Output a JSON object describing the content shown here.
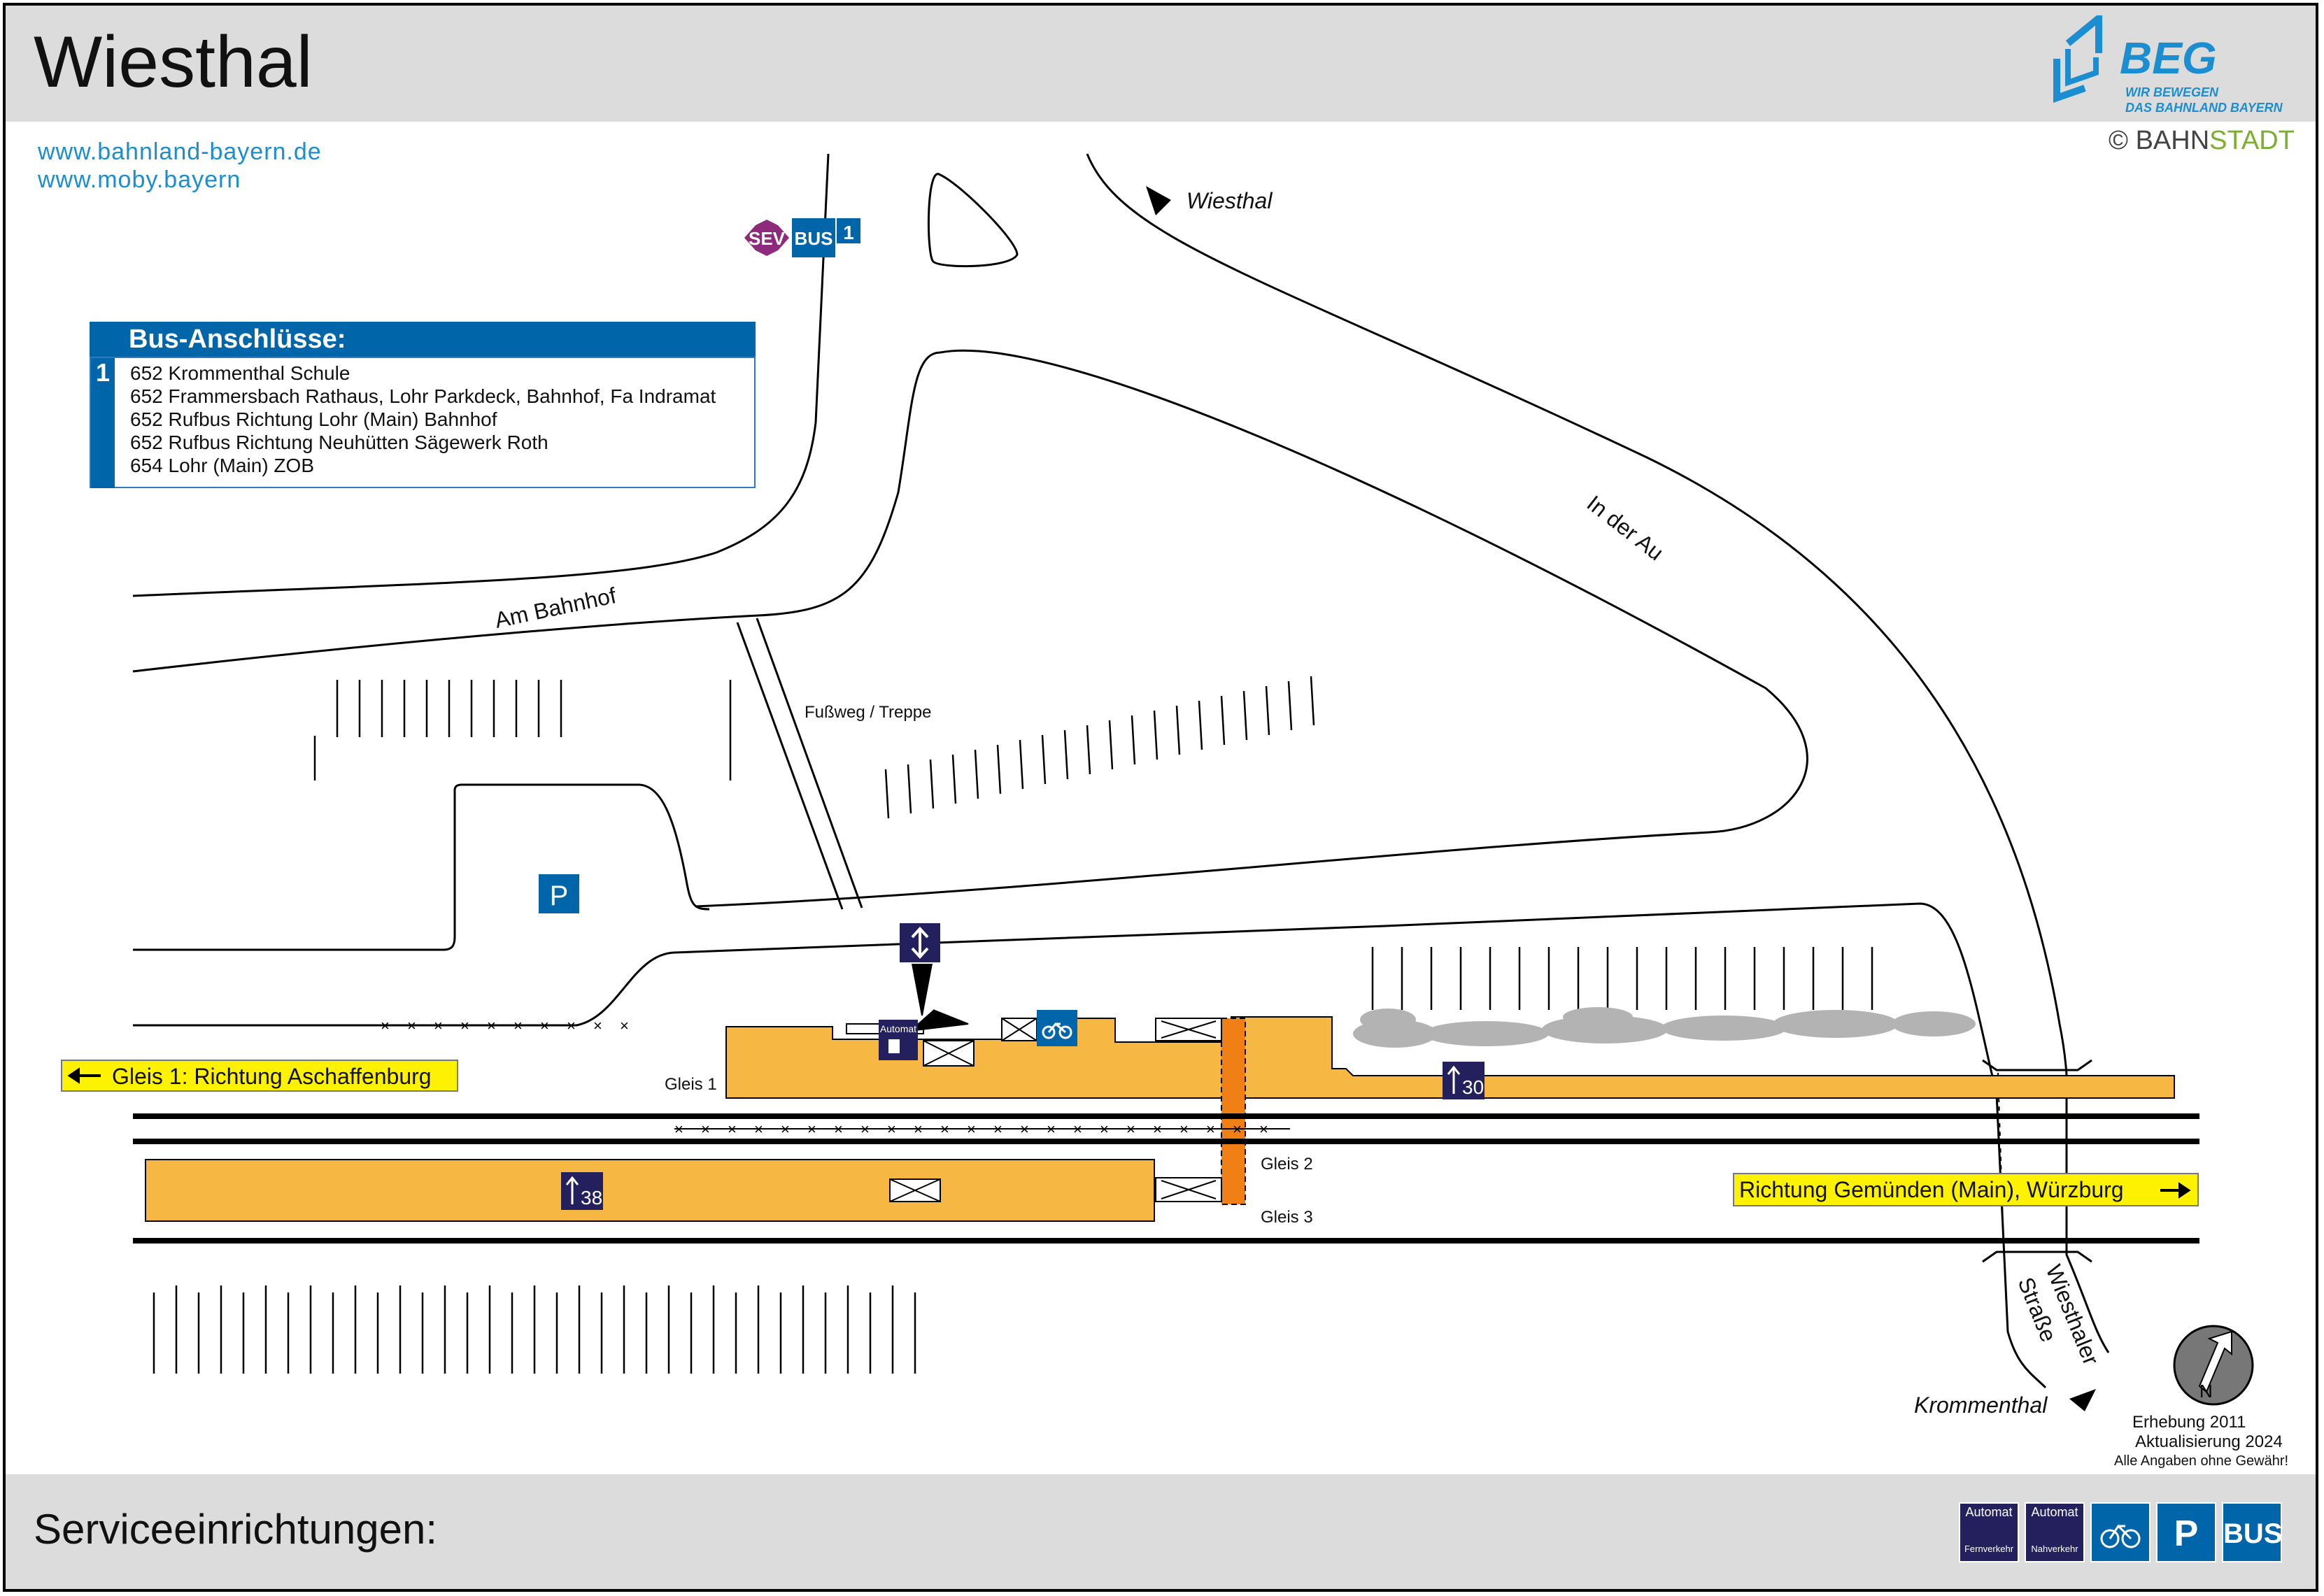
{
  "header": {
    "title": "Wiesthal"
  },
  "links": [
    "www.bahnland-bayern.de",
    "www.moby.bayern"
  ],
  "logo": {
    "name": "BEG",
    "slogan_line1": "WIR BEWEGEN",
    "slogan_line2": "DAS BAHNLAND BAYERN",
    "copyright_prefix": "©",
    "copyright_a": "BAHN",
    "copyright_b": "STADT"
  },
  "bus_connections": {
    "title": "Bus-Anschlüsse:",
    "stop_number": "1",
    "lines": [
      "652 Krommenthal Schule",
      "652 Frammersbach Rathaus, Lohr Parkdeck, Bahnhof, Fa Indramat",
      "652 Rufbus Richtung Lohr (Main) Bahnhof",
      "652 Rufbus Richtung Neuhütten Sägewerk Roth",
      "654 Lohr (Main) ZOB"
    ]
  },
  "bus_stop_sign": {
    "sev": "SEV",
    "bus": "BUS",
    "number": "1"
  },
  "streets": {
    "am_bahnhof": "Am Bahnhof",
    "in_der_au": "In der Au",
    "fussweg": "Fußweg / Treppe",
    "wiesthaler_line1": "Wiesthaler",
    "wiesthaler_line2": "Straße"
  },
  "places": {
    "wiesthal": "Wiesthal",
    "krommenthal": "Krommenthal"
  },
  "tracks": {
    "gleis1": "Gleis 1",
    "gleis2": "Gleis 2",
    "gleis3": "Gleis 3"
  },
  "directions": {
    "left": "Gleis 1: Richtung Aschaffenburg",
    "right": "Richtung Gemünden (Main), Würzburg"
  },
  "platforms": {
    "height_gleis1": "30",
    "height_gleis3": "38"
  },
  "parking": "P",
  "ticket_machine_label": "Automat",
  "survey": {
    "line1": "Erhebung 2011",
    "line2": "Aktualisierung 2024",
    "line3": "Alle Angaben ohne Gewähr!"
  },
  "compass": "N",
  "footer": {
    "title": "Serviceeinrichtungen:",
    "services": [
      {
        "icon": "ticket-machine-long-distance-icon",
        "top": "Automat",
        "bottom": "Fernverkehr"
      },
      {
        "icon": "ticket-machine-local-icon",
        "top": "Automat",
        "bottom": "Nahverkehr"
      },
      {
        "icon": "bicycle-parking-icon",
        "label": ""
      },
      {
        "icon": "parking-icon",
        "label": "P"
      },
      {
        "icon": "bus-icon",
        "label": "BUS"
      }
    ]
  },
  "colors": {
    "platform": "#f7b843",
    "orange_crossing": "#f07f16",
    "blue": "#0065a9",
    "navy": "#24205e",
    "yellow": "#fff200",
    "sev": "#8e2a7b"
  }
}
